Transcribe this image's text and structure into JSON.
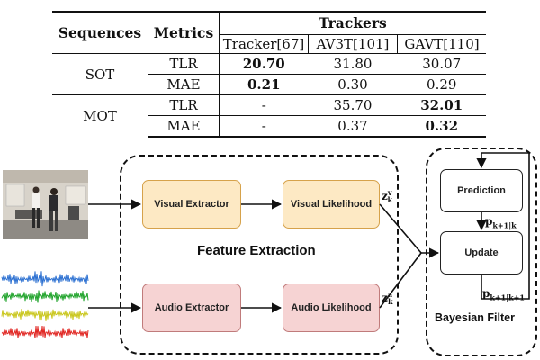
{
  "table": {
    "col_sequences": "Sequences",
    "col_metrics": "Metrics",
    "col_trackers": "Trackers",
    "trackers": [
      "Tracker[67]",
      "AV3T[101]",
      "GAVT[110]"
    ],
    "groups": [
      {
        "name": "SOT",
        "rows": [
          {
            "metric": "TLR",
            "values": [
              "20.70",
              "31.80",
              "30.07"
            ],
            "bold": [
              true,
              false,
              false
            ]
          },
          {
            "metric": "MAE",
            "values": [
              "0.21",
              "0.30",
              "0.29"
            ],
            "bold": [
              true,
              false,
              false
            ]
          }
        ]
      },
      {
        "name": "MOT",
        "rows": [
          {
            "metric": "TLR",
            "values": [
              "-",
              "35.70",
              "32.01"
            ],
            "bold": [
              false,
              false,
              true
            ]
          },
          {
            "metric": "MAE",
            "values": [
              "-",
              "0.37",
              "0.32"
            ],
            "bold": [
              false,
              false,
              true
            ]
          }
        ]
      }
    ]
  },
  "diagram": {
    "feature_extraction_label": "Feature Extraction",
    "bayesian_filter_label": "Bayesian Filter",
    "visual_extractor": "Visual Extractor",
    "visual_likelihood": "Visual Likelihood",
    "audio_extractor": "Audio Extractor",
    "audio_likelihood": "Audio Likelihood",
    "prediction": "Prediction",
    "update": "Update",
    "z_symbol": "z",
    "z_sub": "k",
    "z_visual_sup": "v",
    "z_audio_sup": "a",
    "p_symbol": "p",
    "p_pred_sub": "k+1|k",
    "p_upd_sub": "k+1|k+1",
    "colors": {
      "visual_fill": "#fde9c4",
      "visual_border": "#d6a24b",
      "audio_fill": "#f6d3d3",
      "audio_border": "#c07b7b",
      "waveforms": [
        "#2a6fd1",
        "#1fa32a",
        "#c9c61a",
        "#e0231f"
      ]
    }
  }
}
